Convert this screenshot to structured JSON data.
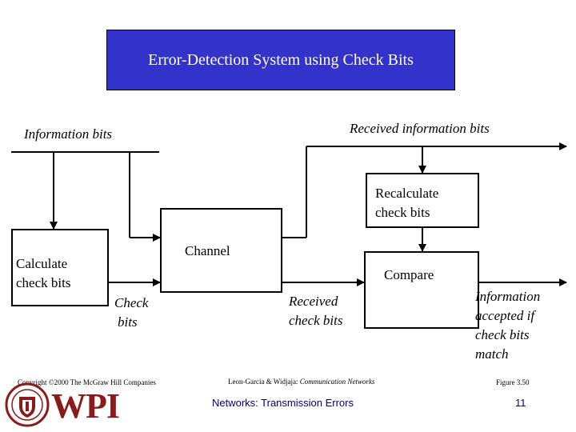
{
  "title": "Error-Detection System using Check Bits",
  "labels": {
    "information_bits": "Information bits",
    "received_information_bits": "Received information bits",
    "recalculate_line1": "Recalculate",
    "recalculate_line2": "check bits",
    "channel": "Channel",
    "calculate_line1": "Calculate",
    "calculate_line2": "check bits",
    "compare": "Compare",
    "check_bits_line1": "Check",
    "check_bits_line2": "bits",
    "received_check_line1": "Received",
    "received_check_line2": "check bits",
    "accepted_line1": "Information",
    "accepted_line2": "accepted if",
    "accepted_line3": "check bits",
    "accepted_line4": "match"
  },
  "footer": {
    "copyright": "Copyright ©2000 The McGraw Hill Companies",
    "citation_authors": "Leon-Garcia & Widjaja:",
    "citation_book": "Communication Networks",
    "figure": "Figure 3.50",
    "slide_title": "Networks: Transmission Errors",
    "page_number": "11",
    "logo_text": "WPI"
  },
  "colors": {
    "title_background": "#3333cc",
    "footer_text": "#000080",
    "logo": "#8b1a1a"
  }
}
